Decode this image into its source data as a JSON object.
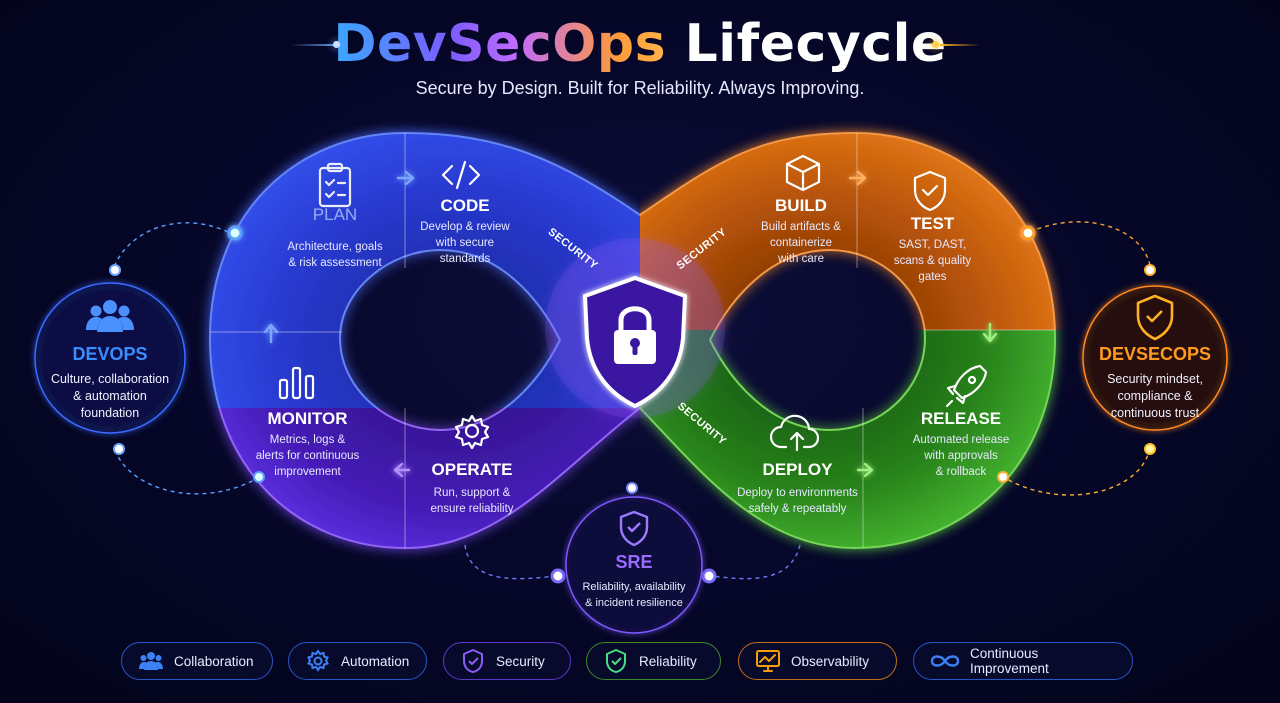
{
  "header": {
    "title_grad": "DevSecOps",
    "title_white": "Lifecycle",
    "subtitle": "Secure by Design. Built for Reliability. Always Improving."
  },
  "stages": {
    "plan": {
      "title": "PLAN",
      "desc1": "Architecture, goals",
      "desc2": "& risk assessment"
    },
    "code": {
      "title": "CODE",
      "desc1": "Develop & review",
      "desc2": "with secure",
      "desc3": "standards"
    },
    "build": {
      "title": "BUILD",
      "desc1": "Build artifacts &",
      "desc2": "containerize",
      "desc3": "with care"
    },
    "test": {
      "title": "TEST",
      "desc1": "SAST, DAST,",
      "desc2": "scans & quality",
      "desc3": "gates"
    },
    "release": {
      "title": "RELEASE",
      "desc1": "Automated release",
      "desc2": "with approvals",
      "desc3": "& rollback"
    },
    "deploy": {
      "title": "DEPLOY",
      "desc1": "Deploy to environments",
      "desc2": "safely & repeatably"
    },
    "operate": {
      "title": "OPERATE",
      "desc1": "Run, support &",
      "desc2": "ensure reliability"
    },
    "monitor": {
      "title": "MONITOR",
      "desc1": "Metrics, logs &",
      "desc2": "alerts for continuous",
      "desc3": "improvement"
    }
  },
  "security_labels": [
    "SECURITY",
    "SECURITY",
    "SECURITY"
  ],
  "side": {
    "devops": {
      "title": "DEVOPS",
      "desc1": "Culture, collaboration",
      "desc2": "& automation",
      "desc3": "foundation"
    },
    "devsecops": {
      "title": "DEVSECOPS",
      "desc1": "Security mindset,",
      "desc2": "compliance &",
      "desc3": "continuous trust"
    },
    "sre": {
      "title": "SRE",
      "desc1": "Reliability, availability",
      "desc2": "& incident resilience"
    }
  },
  "legend": [
    {
      "label": "Collaboration",
      "icon": "users-icon",
      "color": "#3b82f6"
    },
    {
      "label": "Automation",
      "icon": "gear-icon",
      "color": "#3b82f6"
    },
    {
      "label": "Security",
      "icon": "shield-check-icon",
      "color": "#8b5cf6"
    },
    {
      "label": "Reliability",
      "icon": "shield-check-icon",
      "color": "#4ade80"
    },
    {
      "label": "Observability",
      "icon": "chart-monitor-icon",
      "color": "#f59e0b"
    },
    {
      "label": "Continuous Improvement",
      "icon": "infinity-icon",
      "color": "#3b82f6"
    }
  ],
  "colors": {
    "blue": "#2f6bff",
    "purple": "#7b3cff",
    "orange": "#ff7a1a",
    "green": "#3fbf2a",
    "yellow": "#ffc21a"
  }
}
